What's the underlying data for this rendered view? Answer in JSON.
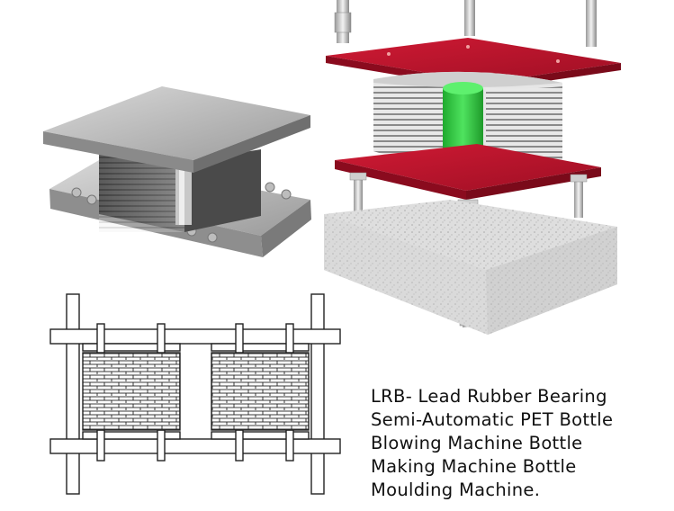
{
  "caption": {
    "lines": [
      "LRB- Lead Rubber Bearing",
      "Semi-Automatic PET Bottle",
      "Blowing Machine Bottle",
      "Making Machine Bottle",
      "Moulding Machine."
    ]
  },
  "colors": {
    "plate_red": "#c8102e",
    "lead_core_green": "#2ecc40",
    "steel_grey": "#b8b8b8",
    "concrete": "#d6d6d6"
  },
  "illustrations": [
    "grey-steel-bearing",
    "exploded-lead-rubber-bearing",
    "bearing-cross-section-drawing"
  ]
}
